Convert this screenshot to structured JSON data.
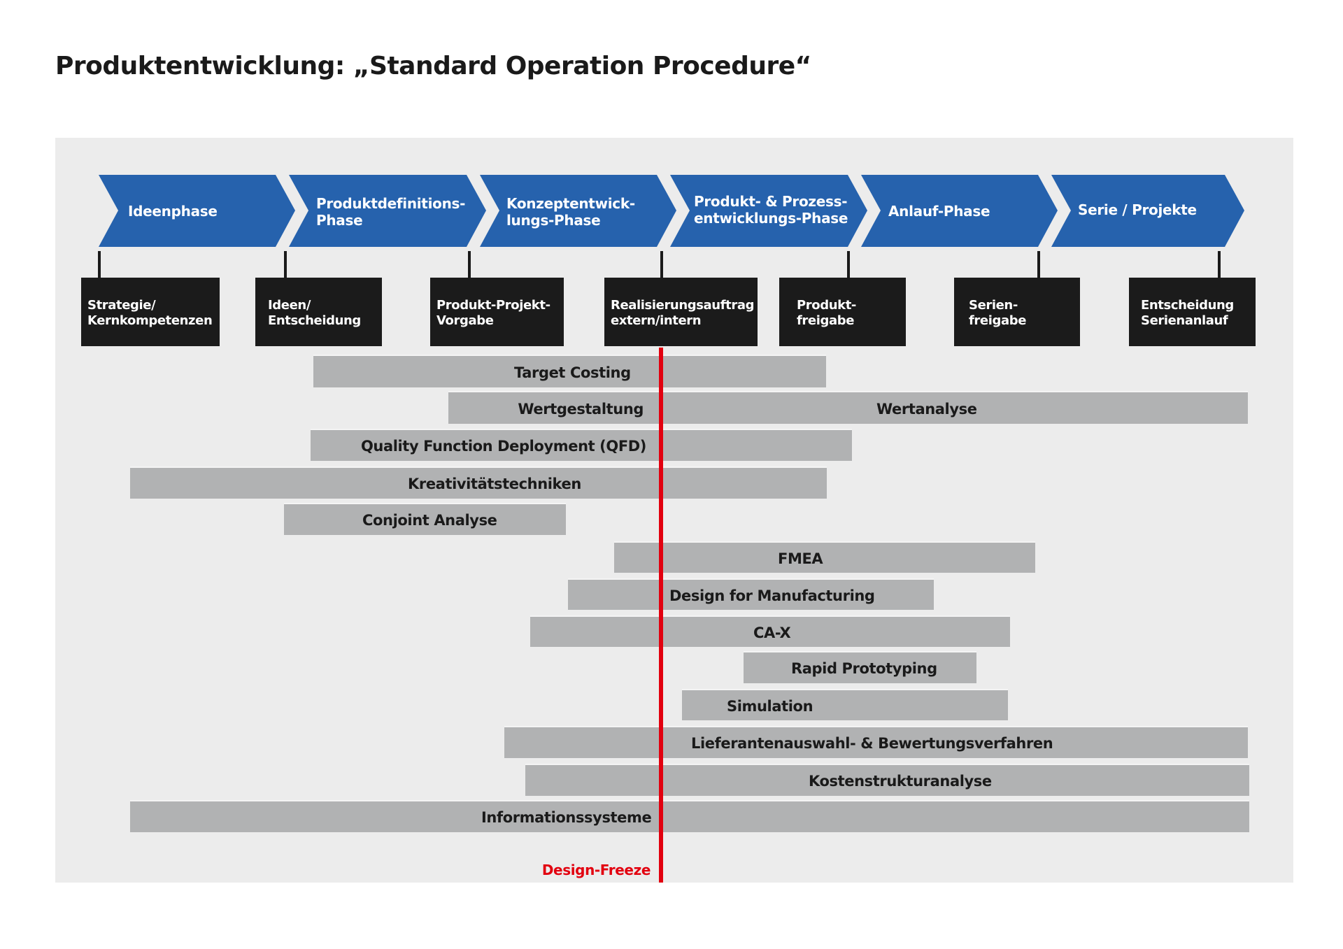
{
  "title": "Produktentwicklung: „Standard Operation Procedure“",
  "colors": {
    "phase": "#2662ad",
    "gate": "#1b1b1b",
    "bar": "#b1b2b3",
    "panel": "#ececec",
    "design_freeze": "#e2000f"
  },
  "phases": [
    {
      "label": "Ideenphase"
    },
    {
      "label": "Produktdefinitions-\nPhase"
    },
    {
      "label": "Konzeptentwick-\nlungs-Phase"
    },
    {
      "label": "Produkt- & Prozess-\nentwicklungs-Phase"
    },
    {
      "label": "Anlauf-Phase"
    },
    {
      "label": "Serie / Projekte"
    }
  ],
  "gates": [
    {
      "label": "Strategie/\nKernkompetenzen"
    },
    {
      "label": "Ideen/\nEntscheidung"
    },
    {
      "label": "Produkt-Projekt-\nVorgabe"
    },
    {
      "label": "Realisierungsauftrag\nextern/intern"
    },
    {
      "label": "Produkt-\nfreigabe"
    },
    {
      "label": "Serien-\nfreigabe"
    },
    {
      "label": "Entscheidung\nSerienanlauf"
    }
  ],
  "methods": [
    {
      "label": "Target Costing"
    },
    {
      "label": "Wertgestaltung",
      "label_right": "Wertanalyse"
    },
    {
      "label": "Quality Function Deployment (QFD)"
    },
    {
      "label": "Kreativitätstechniken"
    },
    {
      "label": "Conjoint Analyse"
    },
    {
      "label": "FMEA"
    },
    {
      "label": "Design for Manufacturing"
    },
    {
      "label": "CA-X"
    },
    {
      "label": "Rapid Prototyping"
    },
    {
      "label": "Simulation"
    },
    {
      "label": "Lieferantenauswahl- & Bewertungsverfahren"
    },
    {
      "label": "Kostenstrukturanalyse"
    },
    {
      "label": "Informationssysteme"
    }
  ],
  "design_freeze": {
    "label": "Design-Freeze"
  }
}
